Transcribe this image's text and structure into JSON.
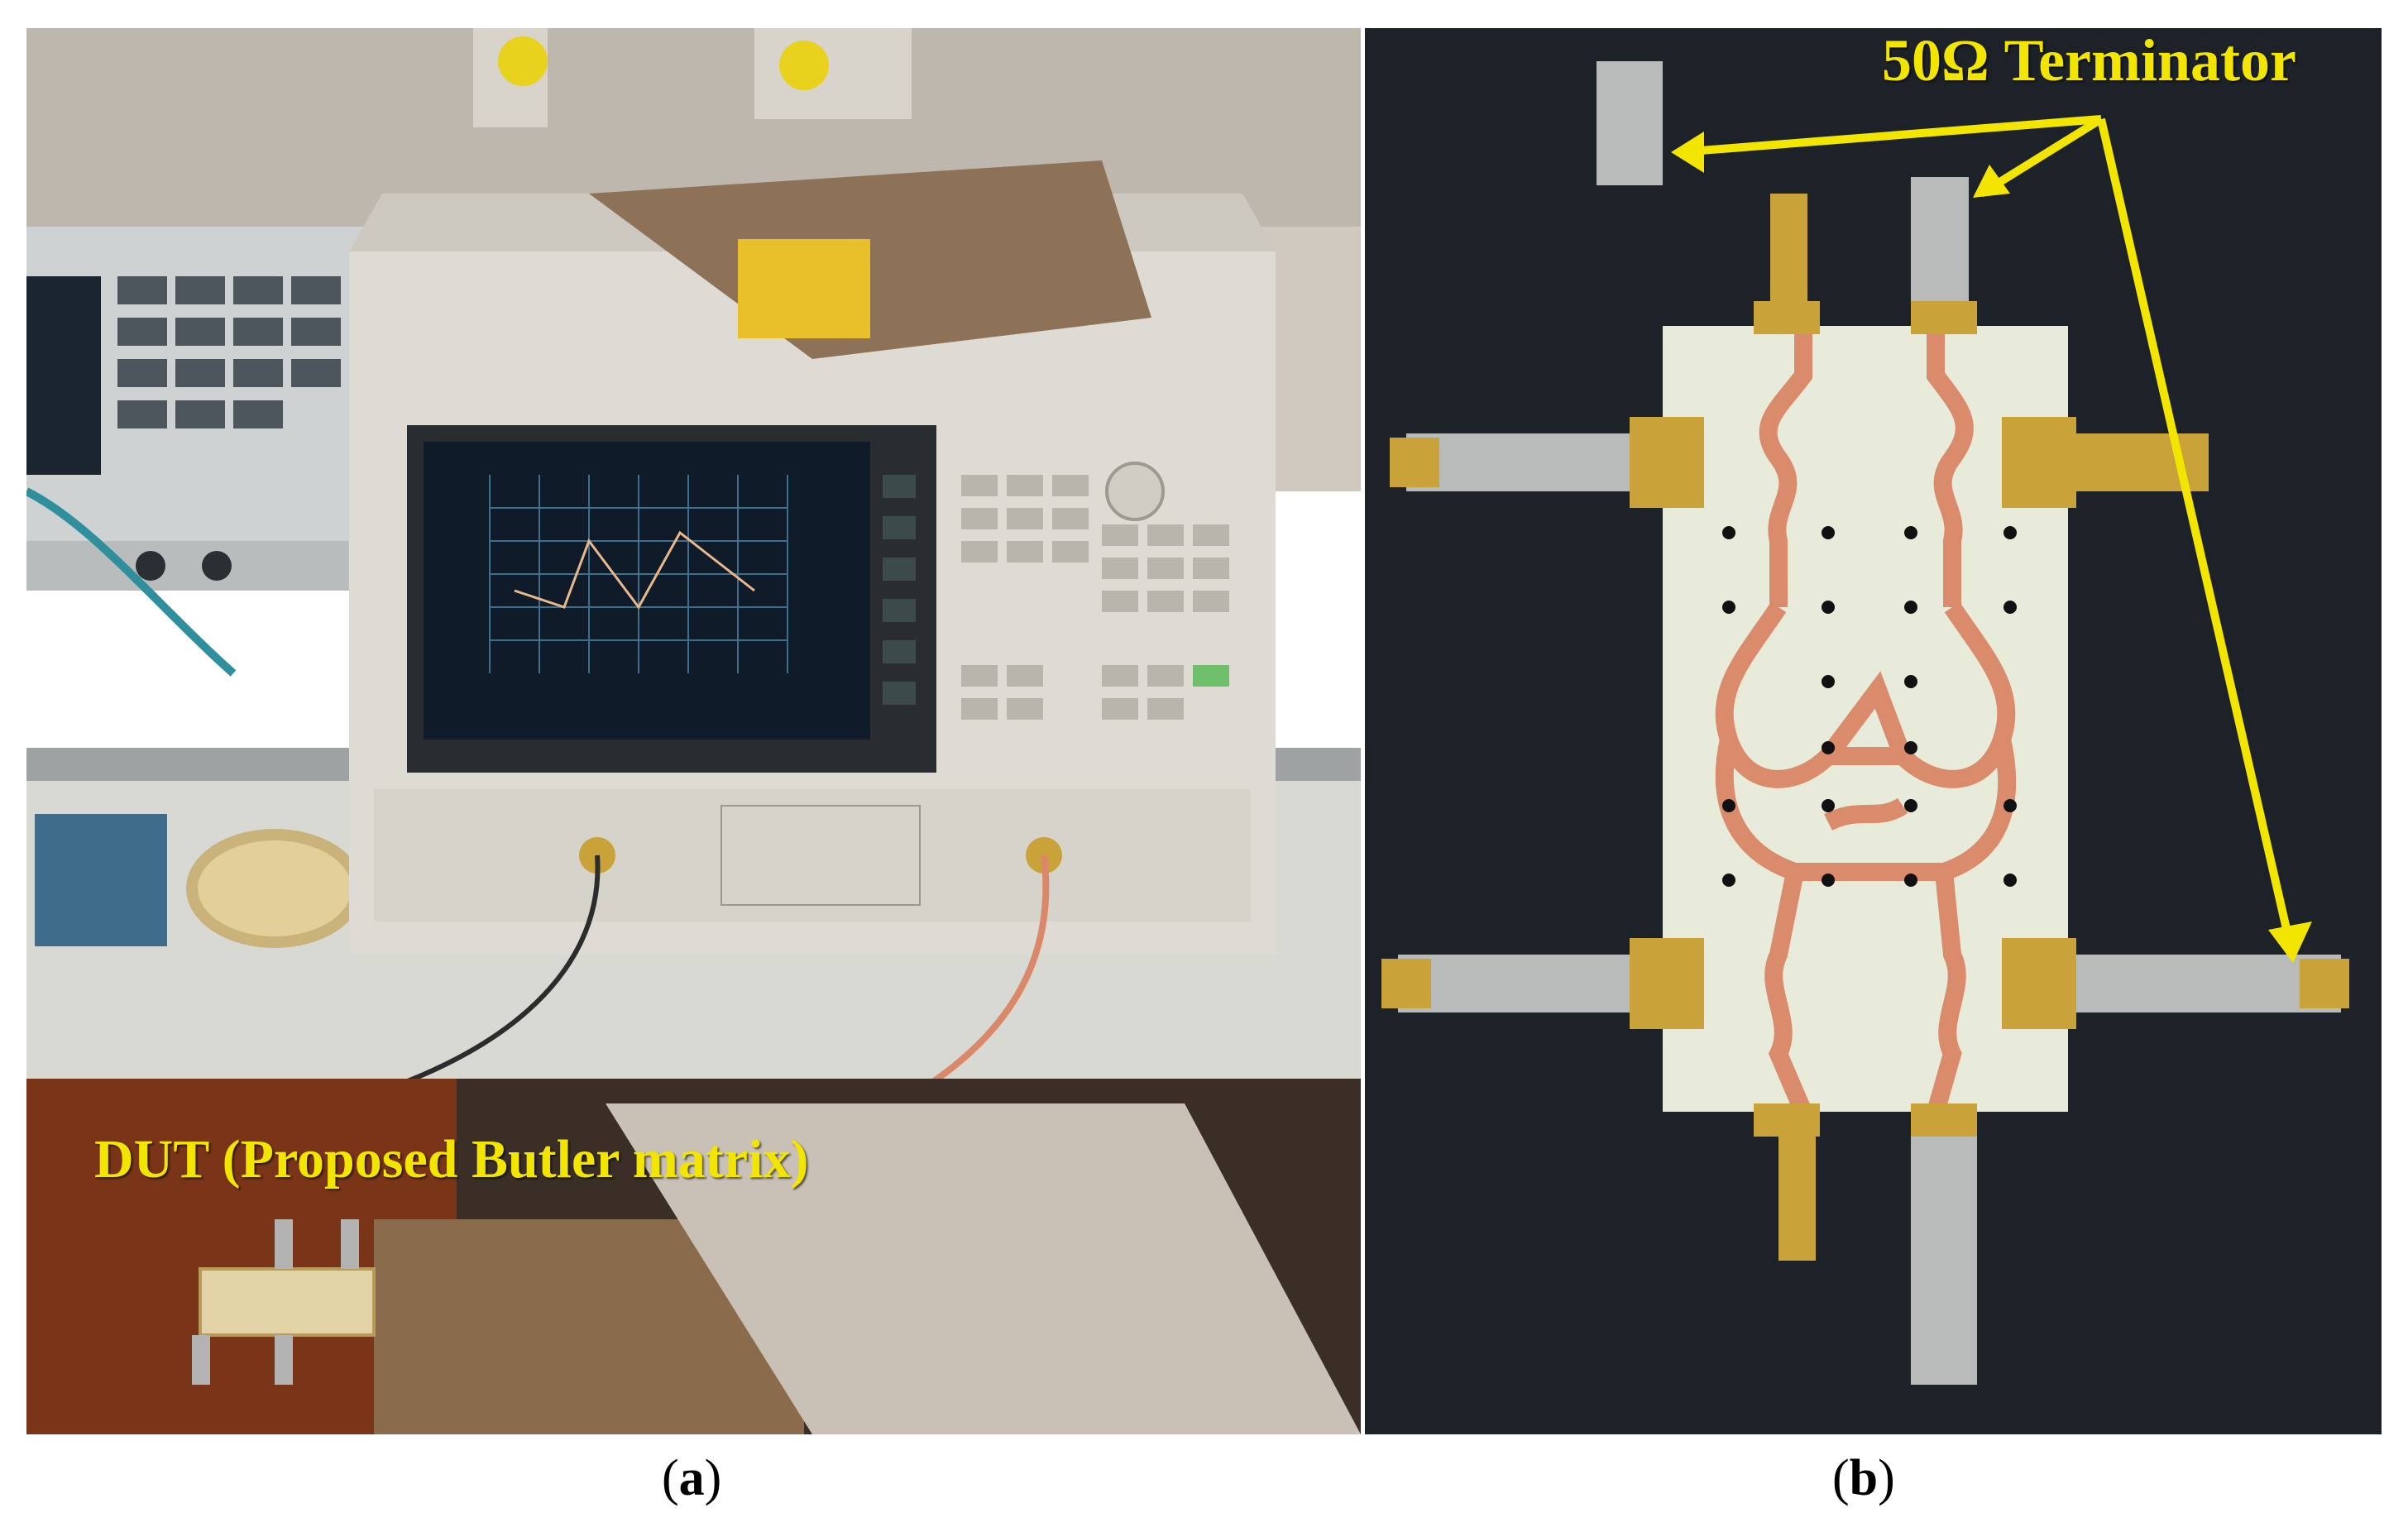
{
  "panel_a": {
    "overlay_label": "DUT  (Proposed Butler matrix)",
    "caption_open": "(",
    "caption_letter": "a",
    "caption_close": ")"
  },
  "panel_b": {
    "overlay_label": "50Ω Terminator",
    "caption_open": "(",
    "caption_letter": "b",
    "caption_close": ")"
  },
  "colors": {
    "label_yellow": "#f2e600",
    "arrow_yellow": "#f2e600",
    "pcb_trace": "#d98b6b",
    "pcb_substrate": "#e8ebd9",
    "mat_dark": "#1c2228"
  }
}
